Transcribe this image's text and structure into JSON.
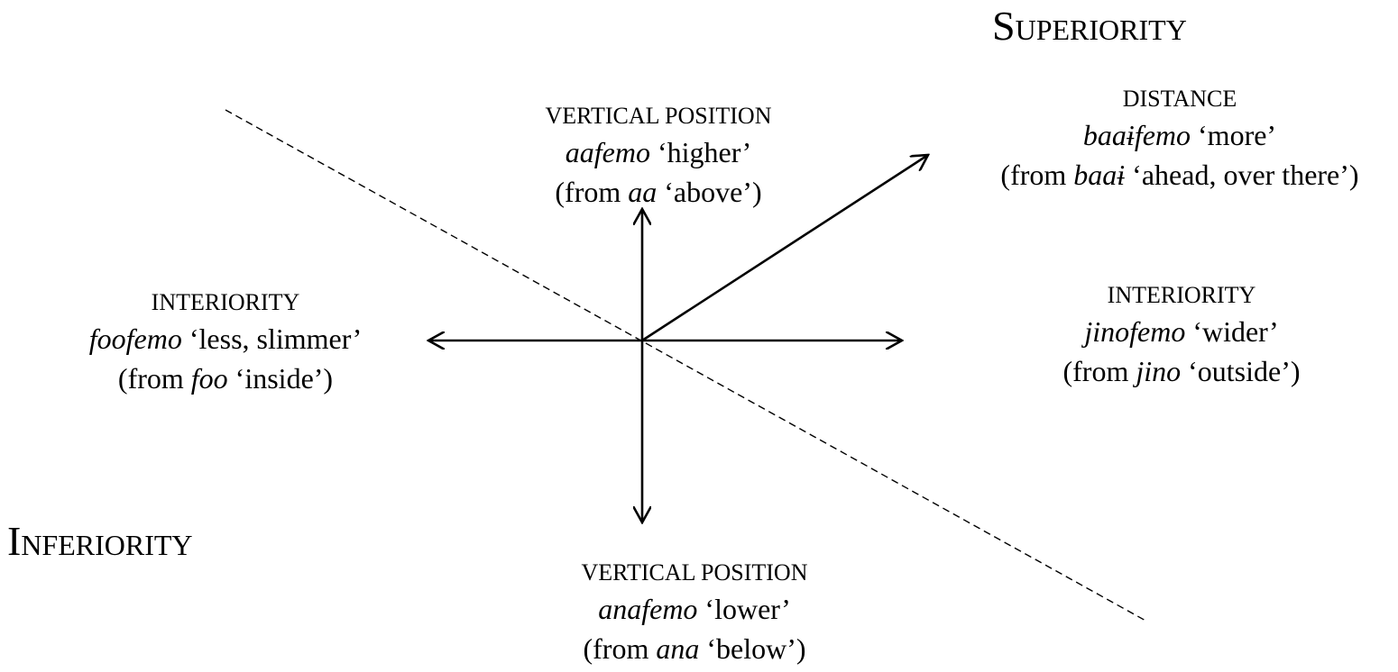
{
  "poles": {
    "superiority": "Superiority",
    "inferiority": "Inferiority"
  },
  "blocks": {
    "vertical_up": {
      "category": "Vertical position",
      "term": "aafemo",
      "gloss": "‘higher’",
      "from_open": "(from",
      "root": "aa",
      "root_gloss": "‘above’)"
    },
    "distance": {
      "category": "Distance",
      "term": "baaɨfemo",
      "gloss": "‘more’",
      "from_open": "(from",
      "root": "baaɨ",
      "root_gloss": "‘ahead, over there’)"
    },
    "interiority_left": {
      "category": "Interiority",
      "term": "foofemo",
      "gloss": "‘less, slimmer’",
      "from_open": "(from",
      "root": "foo",
      "root_gloss": "‘inside’)"
    },
    "interiority_right": {
      "category": "Interiority",
      "term": "jinofemo",
      "gloss": "‘wider’",
      "from_open": "(from",
      "root": "jino",
      "root_gloss": "‘outside’)"
    },
    "vertical_down": {
      "category": "Vertical position",
      "term": "anafemo",
      "gloss": "‘lower’",
      "from_open": "(from",
      "root": "ana",
      "root_gloss": "‘below’)"
    }
  }
}
